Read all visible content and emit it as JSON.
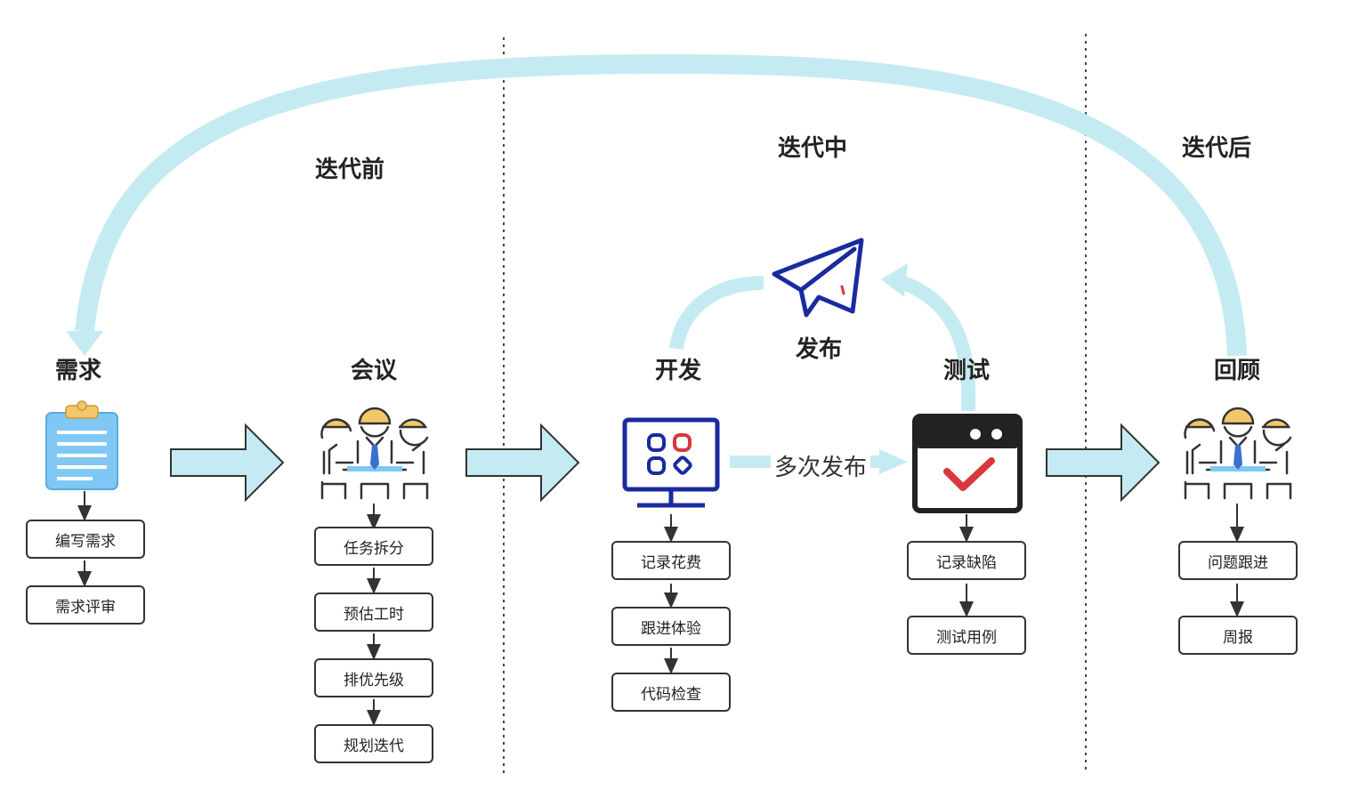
{
  "phases": {
    "before": "迭代前",
    "during": "迭代中",
    "after": "迭代后"
  },
  "nodes": {
    "requirement": {
      "label": "需求",
      "icon": "clipboard-icon",
      "tasks": [
        "编写需求",
        "需求评审"
      ]
    },
    "meeting": {
      "label": "会议",
      "icon": "meeting-icon",
      "tasks": [
        "任务拆分",
        "预估工时",
        "排优先级",
        "规划迭代"
      ]
    },
    "develop": {
      "label": "开发",
      "icon": "monitor-apps-icon",
      "tasks": [
        "记录花费",
        "跟进体验",
        "代码检查"
      ]
    },
    "release": {
      "label": "发布",
      "icon": "paper-plane-icon"
    },
    "test": {
      "label": "测试",
      "icon": "browser-check-icon",
      "tasks": [
        "记录缺陷",
        "测试用例"
      ]
    },
    "review": {
      "label": "回顾",
      "icon": "meeting-icon",
      "tasks": [
        "问题跟进",
        "周报"
      ]
    }
  },
  "connector_label": "多次发布",
  "colors": {
    "arrow_fill": "#c5ebf2",
    "arrow_stroke": "#333333",
    "accent_blue": "#1a2aa0",
    "accent_red": "#d9363e",
    "skin": "#f3c76a",
    "clipboard": "#7fc8f5"
  }
}
